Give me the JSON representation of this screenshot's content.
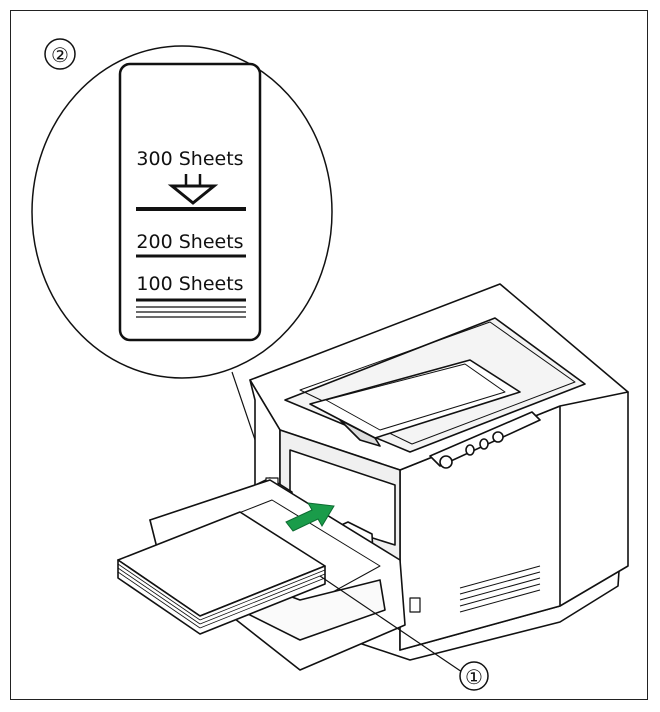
{
  "callouts": {
    "one": "①",
    "two": "②"
  },
  "label": {
    "sheets_300": "300 Sheets",
    "sheets_200": "200 Sheets",
    "sheets_100": "100 Sheets"
  },
  "colors": {
    "arrow": "#1a9c4a",
    "line": "#111111"
  },
  "icons": [
    "down-arrow-icon",
    "feed-direction-arrow-icon"
  ]
}
